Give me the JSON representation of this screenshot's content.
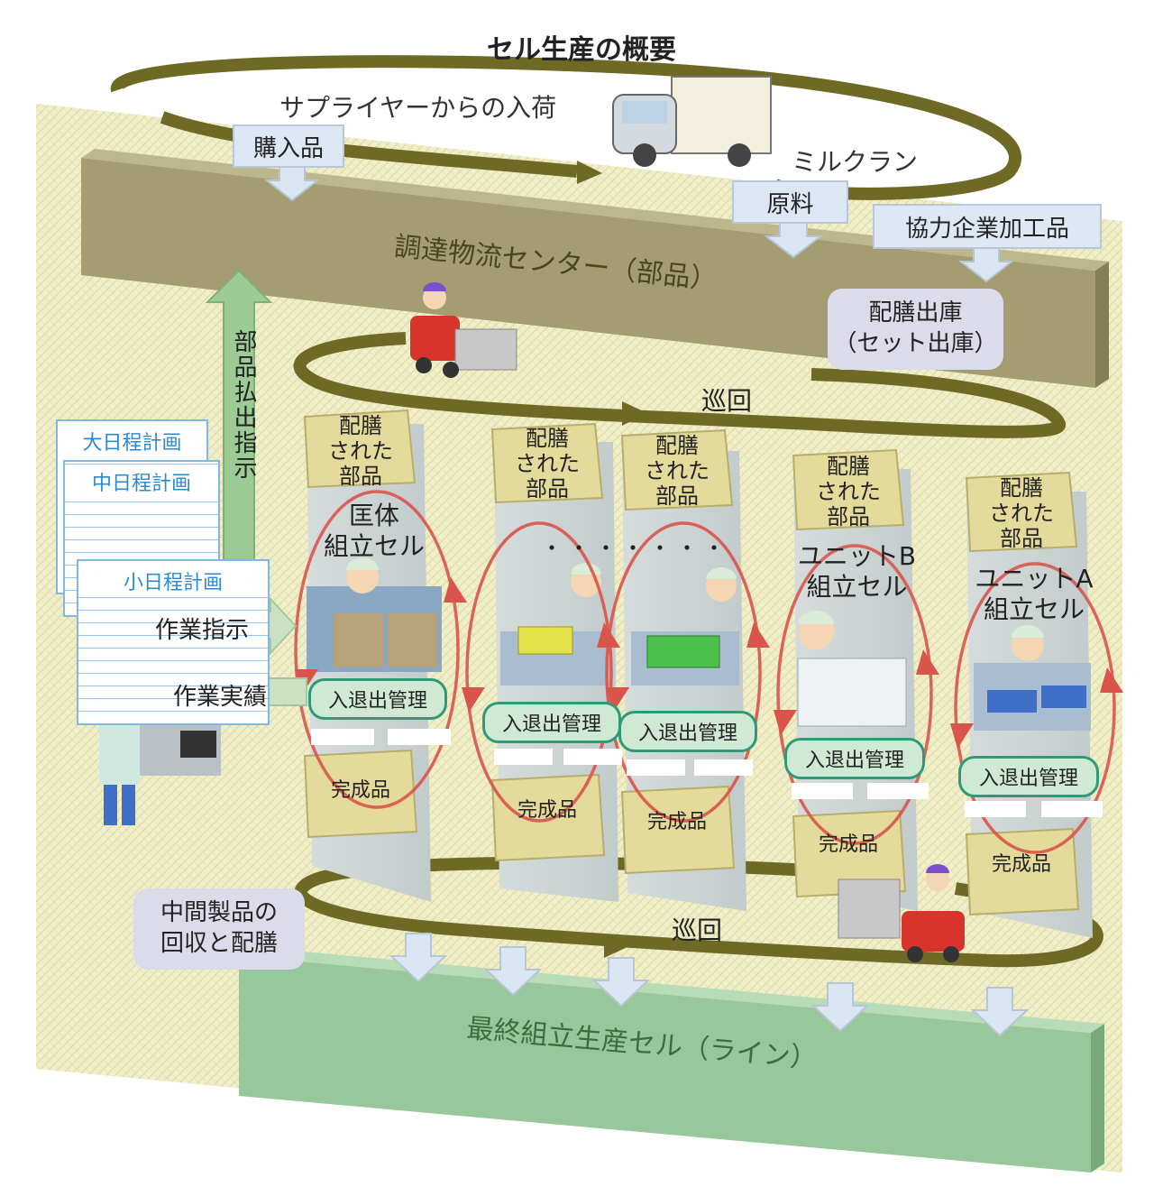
{
  "title": "セル生産の概要",
  "top_loop": {
    "label": "サプライヤーからの入荷",
    "milk_run": "ミルクラン"
  },
  "inputs": {
    "purchased": "購入品",
    "raw_material": "原料",
    "partner": "協力企業加工品"
  },
  "logistics_center": "調達物流センター（部品）",
  "kitting_bubble": {
    "line1": "配膳出庫",
    "line2": "（セット出庫）"
  },
  "patrol_label": "巡回",
  "parts_release": "部品払出指示",
  "schedules": {
    "large": "大日程計画",
    "medium": "中日程計画",
    "small": "小日程計画"
  },
  "work_instruction": "作業指示",
  "work_result": "作業実績",
  "cells": [
    {
      "parts_l1": "配膳",
      "parts_l2": "された",
      "parts_l3": "部品",
      "name_l1": "匡体",
      "name_l2": "組立セル",
      "entry": "入退出管理",
      "done": "完成品"
    },
    {
      "parts_l1": "配膳",
      "parts_l2": "された",
      "parts_l3": "部品",
      "name_l1": "",
      "name_l2": "",
      "entry": "入退出管理",
      "done": "完成品"
    },
    {
      "parts_l1": "配膳",
      "parts_l2": "された",
      "parts_l3": "部品",
      "name_l1": "",
      "name_l2": "",
      "entry": "入退出管理",
      "done": "完成品"
    },
    {
      "parts_l1": "配膳",
      "parts_l2": "された",
      "parts_l3": "部品",
      "name_l1": "ユニットB",
      "name_l2": "組立セル",
      "entry": "入退出管理",
      "done": "完成品"
    },
    {
      "parts_l1": "配膳",
      "parts_l2": "された",
      "parts_l3": "部品",
      "name_l1": "ユニットA",
      "name_l2": "組立セル",
      "entry": "入退出管理",
      "done": "完成品"
    }
  ],
  "ellipsis": "・・・・・・・",
  "intermediate_bubble": {
    "line1": "中間製品の",
    "line2": "回収と配膳"
  },
  "bottom_patrol": "巡回",
  "final_cell": "最終組立生産セル（ライン）",
  "colors": {
    "olive_band": "#a39d71",
    "loop_dark": "#6e6a25",
    "green_band": "#97c79a",
    "cell_arrow": "#d9544b",
    "accent_teal": "#2e9a78"
  }
}
